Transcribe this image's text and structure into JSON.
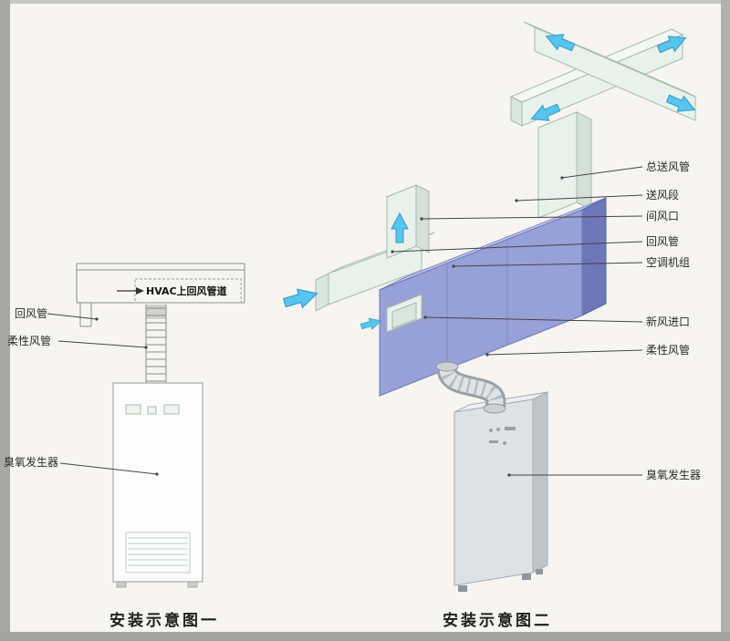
{
  "left_diagram": {
    "caption": "安装示意图一",
    "duct_text": "HVAC上回风管道",
    "labels": {
      "return_duct": "回风管",
      "flexible_duct": "柔性风管",
      "ozone_generator": "臭氧发生器"
    }
  },
  "right_diagram": {
    "caption": "安装示意图二",
    "labels": {
      "main_supply_duct": "总送风管",
      "supply_section": "送风段",
      "damper_outlet": "间风口",
      "return_duct": "回风管",
      "ahu": "空调机组",
      "fresh_air_inlet": "新风进口",
      "flexible_duct": "柔性风管",
      "ozone_generator": "臭氧发生器"
    }
  },
  "colors": {
    "background": "#f6f5f1",
    "arrow_blue": "#58c5ee",
    "ahu_front": "#97a0d7",
    "ahu_top": "#c7cdea",
    "ahu_side": "#6d77ba",
    "duct_fill": "#e9f1ec",
    "cabinet_grey": "#dfe2e4"
  }
}
